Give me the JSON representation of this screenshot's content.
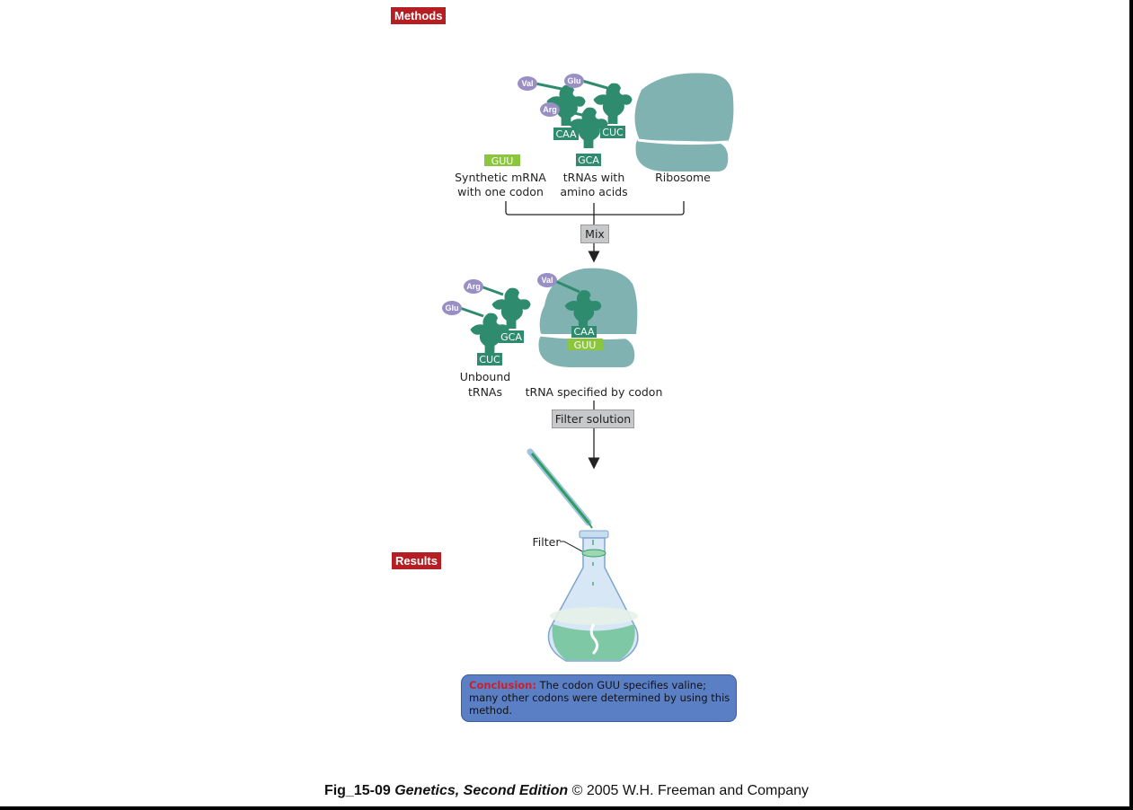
{
  "section_tags": {
    "methods": "Methods",
    "results": "Results"
  },
  "codon_mrna": "GUU",
  "anticodons": {
    "caa": "CAA",
    "cuc": "CUC",
    "gca": "GCA"
  },
  "amino_acids": {
    "val": "Val",
    "glu": "Glu",
    "arg": "Arg"
  },
  "labels": {
    "synthetic_line1": "Synthetic mRNA",
    "synthetic_line2": "with one codon",
    "trnas_line1": "tRNAs with",
    "trnas_line2": "amino acids",
    "ribosome": "Ribosome",
    "unbound_line1": "Unbound",
    "unbound_line2": "tRNAs",
    "specified": "tRNA specified by codon",
    "filter": "Filter"
  },
  "steps": {
    "mix": "Mix",
    "filter_solution": "Filter solution"
  },
  "conclusion": {
    "head": "Conclusion:",
    "text": "The codon GUU specifies valine; many other codons were determined by using this method."
  },
  "caption": {
    "fig": "Fig_15-09",
    "book": "Genetics, Second Edition",
    "rest": "© 2005 W.H. Freeman and Company"
  },
  "colors": {
    "trna": "#2e8b6e",
    "ribosome": "#7fb2b0",
    "amino_acid": "#9a8fc4",
    "codon": "#8cc63e",
    "tag": "#b51f24",
    "conclusion_bg": "#5b7fc4"
  }
}
